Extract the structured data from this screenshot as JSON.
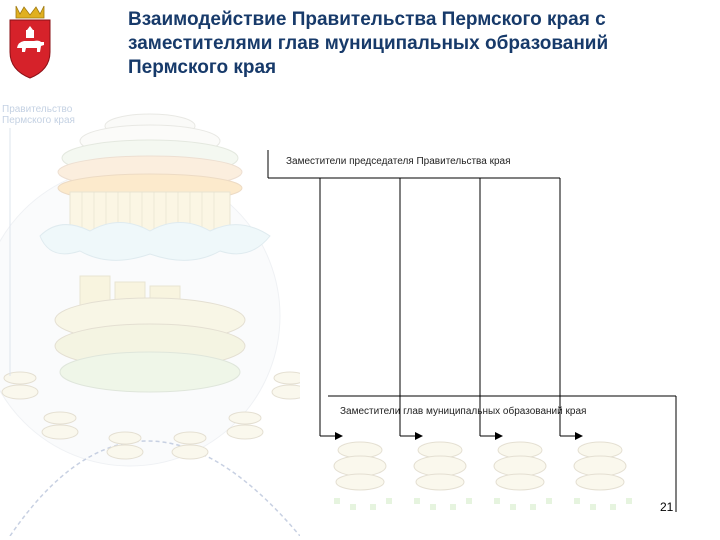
{
  "title": "Взаимодействие Правительства Пермского края с заместителями глав муниципальных образований Пермского края",
  "left_panel": {
    "gov_label_line1": "Правительство",
    "gov_label_line2": "Пермского края"
  },
  "diagram": {
    "upper_box_label": "Заместители председателя Правительства края",
    "lower_box_label": "Заместители глав муниципальных образований края",
    "connector_count": 4
  },
  "page_number": "21",
  "colors": {
    "title": "#173a6a",
    "crest_red": "#d6222a",
    "crest_crown": "#e0b020",
    "line": "#000000"
  }
}
